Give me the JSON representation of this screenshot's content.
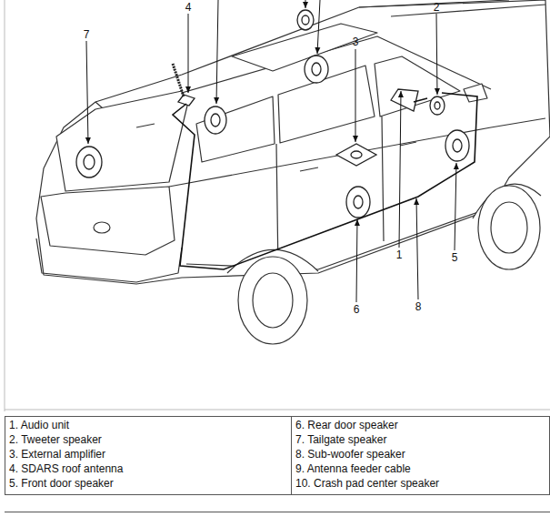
{
  "diagram": {
    "labels": [
      "4",
      "2",
      "7",
      "3",
      "1",
      "5",
      "6",
      "8",
      "1. Audio unit",
      "6. Rear door speaker",
      "2. Tweeter speaker",
      "7. Tailgate speaker",
      "3. External amplifier",
      "8. Sub-woofer speaker",
      "4. SDARS roof antenna",
      "9. Antenna feeder cable",
      "5. Front door speaker",
      "10. Crash pad center speaker"
    ]
  }
}
